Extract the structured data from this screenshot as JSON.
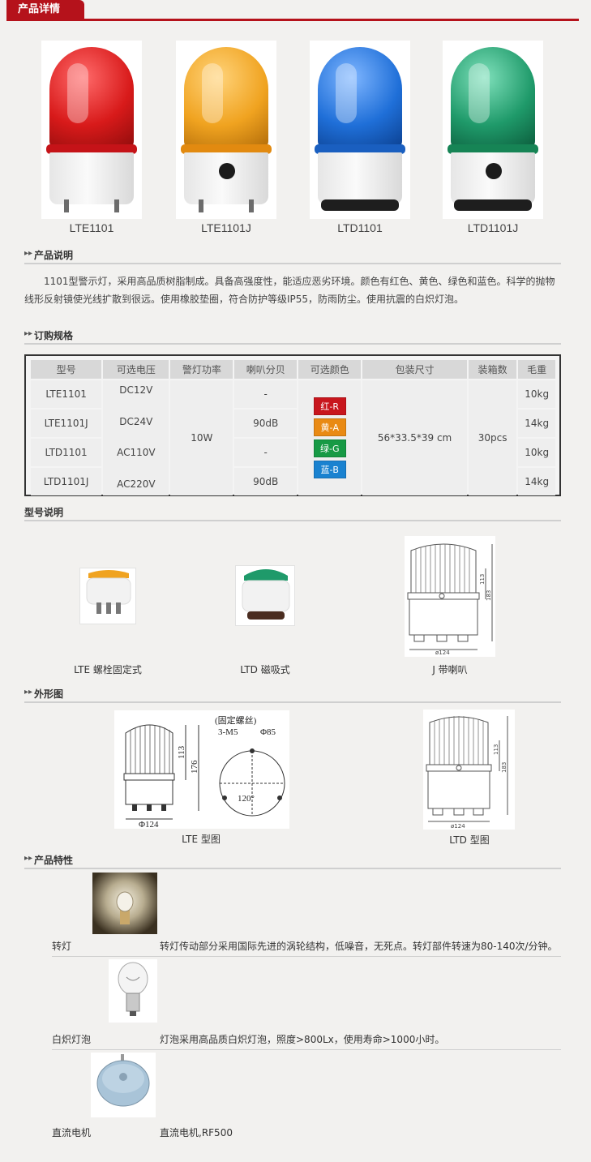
{
  "tab": {
    "title": "产品详情"
  },
  "products": [
    {
      "name": "LTE1101",
      "color": "#d81a1a",
      "ring": "#c51318",
      "has_hole": false,
      "has_base": false
    },
    {
      "name": "LTE1101J",
      "color": "#f0a320",
      "ring": "#e28a10",
      "has_hole": true,
      "has_base": false
    },
    {
      "name": "LTD1101",
      "color": "#1f6fd8",
      "ring": "#1a5fc0",
      "has_hole": false,
      "has_base": true
    },
    {
      "name": "LTD1101J",
      "color": "#1f9a6a",
      "ring": "#168455",
      "has_hole": true,
      "has_base": true
    }
  ],
  "sections": {
    "description": "产品说明",
    "ordering": "订购规格",
    "model_info": "型号说明",
    "outline": "外形图",
    "features": "产品特性"
  },
  "description_text": "1101型警示灯，采用高品质树脂制成。具备高强度性，能适应恶劣环境。颜色有红色、黄色、绿色和蓝色。科学的抛物线形反射镜使光线扩散到很远。使用橡胶垫圈，符合防护等级IP55，防雨防尘。使用抗震的白炽灯泡。",
  "spec_table": {
    "headers": [
      "型号",
      "可选电压",
      "警灯功率",
      "喇叭分贝",
      "可选颜色",
      "包装尺寸",
      "装箱数",
      "毛重"
    ],
    "models": [
      "LTE1101",
      "LTE1101J",
      "LTD1101",
      "LTD1101J"
    ],
    "voltages": [
      "DC12V",
      "DC24V",
      "AC110V",
      "AC220V"
    ],
    "power": "10W",
    "decibels": [
      "-",
      "90dB",
      "-",
      "90dB"
    ],
    "colors": [
      {
        "label": "红-R",
        "hex": "#c8161d"
      },
      {
        "label": "黄-A",
        "hex": "#e98a14"
      },
      {
        "label": "绿-G",
        "hex": "#179a45"
      },
      {
        "label": "蓝-B",
        "hex": "#1a82d0"
      }
    ],
    "package_size": "56*33.5*39 cm",
    "box_qty": "30pcs",
    "weights": [
      "10kg",
      "14kg",
      "10kg",
      "14kg"
    ]
  },
  "model_types": [
    {
      "label": "LTE 螺栓固定式"
    },
    {
      "label": "LTD 磁吸式"
    },
    {
      "label": "J 带喇叭"
    }
  ],
  "outline_drawings": [
    {
      "label": "LTE 型图",
      "dims": {
        "d_bottom": "Φ124",
        "h_top": "113",
        "h_total": "176",
        "screw_note": "(固定螺丝)",
        "screw": "3-M5",
        "pitch": "Φ85",
        "angle": "120°"
      }
    },
    {
      "label": "LTD 型图",
      "dims": {
        "d_bottom": "ø124",
        "h_top": "113",
        "h_total": "183"
      }
    }
  ],
  "j_drawing_dims": {
    "d_bottom": "ø124",
    "h_top": "113",
    "h_total": "183"
  },
  "features": [
    {
      "label": "转灯",
      "text": "转灯传动部分采用国际先进的涡轮结构，低噪音，无死点。转灯部件转速为80-140次/分钟。",
      "icon": "rotating-mirror"
    },
    {
      "label": "白炽灯泡",
      "text": "灯泡采用高品质白炽灯泡，照度>800Lx，使用寿命>1000小时。",
      "icon": "bulb"
    },
    {
      "label": "直流电机",
      "text": "直流电机,RF500",
      "icon": "motor"
    }
  ]
}
